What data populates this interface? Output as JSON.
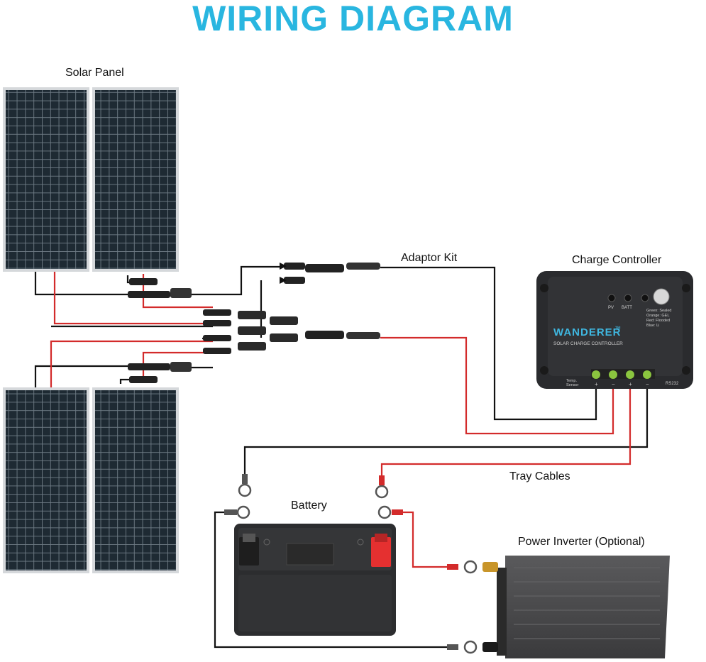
{
  "title": "WIRING DIAGRAM",
  "labels": {
    "solar_panel": "Solar Panel",
    "adaptor_kit": "Adaptor Kit",
    "charge_controller": "Charge Controller",
    "tray_cables": "Tray Cables",
    "battery": "Battery",
    "power_inverter": "Power Inverter (Optional)"
  },
  "controller": {
    "brand": "WANDERER",
    "trademark": "™",
    "subtitle": "SOLAR CHARGE CONTROLLER",
    "pv": "PV",
    "batt": "BATT",
    "legend": [
      "Green: Sealed",
      "Orange: GEL",
      "Red: Flooded",
      "Blue: Li"
    ],
    "temp_sensor": [
      "Temp.",
      "Sensor"
    ],
    "rs232": "RS232",
    "plus": "+",
    "minus": "−"
  },
  "colors": {
    "title": "#29b6e0",
    "positive_wire": "#d32b2b",
    "negative_wire": "#111111",
    "panel_cell": "#1e2a33",
    "panel_frame": "#c9ccd0",
    "controller_body": "#2a2b2e",
    "controller_accent": "#3fb7e0",
    "terminal_green": "#8bc53f",
    "battery_body": "#2c2d2f",
    "battery_red_terminal": "#e53030",
    "inverter_body": "#4a4a4c"
  }
}
